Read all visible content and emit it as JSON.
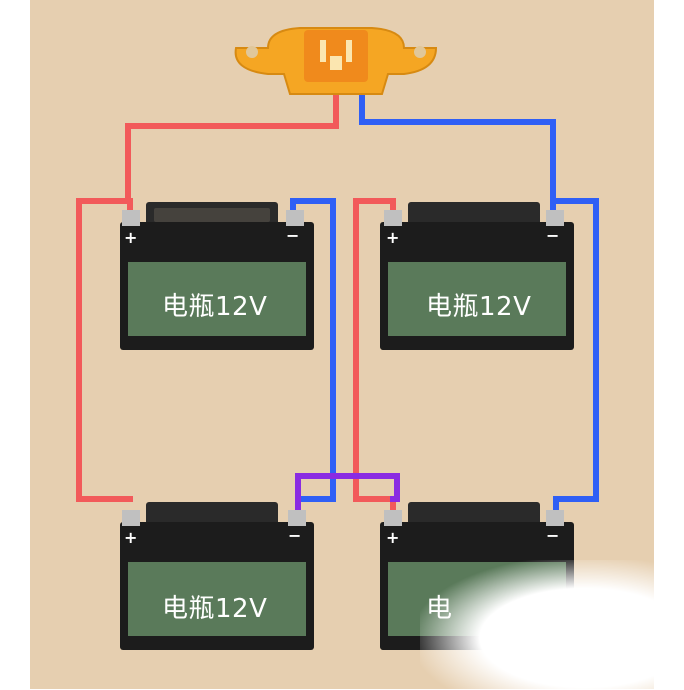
{
  "batteries": [
    {
      "label": "电瓶12V",
      "plus": "+",
      "minus": "−"
    },
    {
      "label": "电瓶12V",
      "plus": "+",
      "minus": "−"
    },
    {
      "label": "电瓶12V",
      "plus": "+",
      "minus": "−"
    },
    {
      "label": "电",
      "plus": "+",
      "minus": "−"
    }
  ],
  "colors": {
    "background": "#e6cfb0",
    "positive_wire": "#f25a5a",
    "negative_wire": "#2f5ff5",
    "bridge_wire": "#8a2be2",
    "connector": "#f5a623",
    "battery_body": "#1c1c1c",
    "battery_face": "#5a7a5a"
  }
}
